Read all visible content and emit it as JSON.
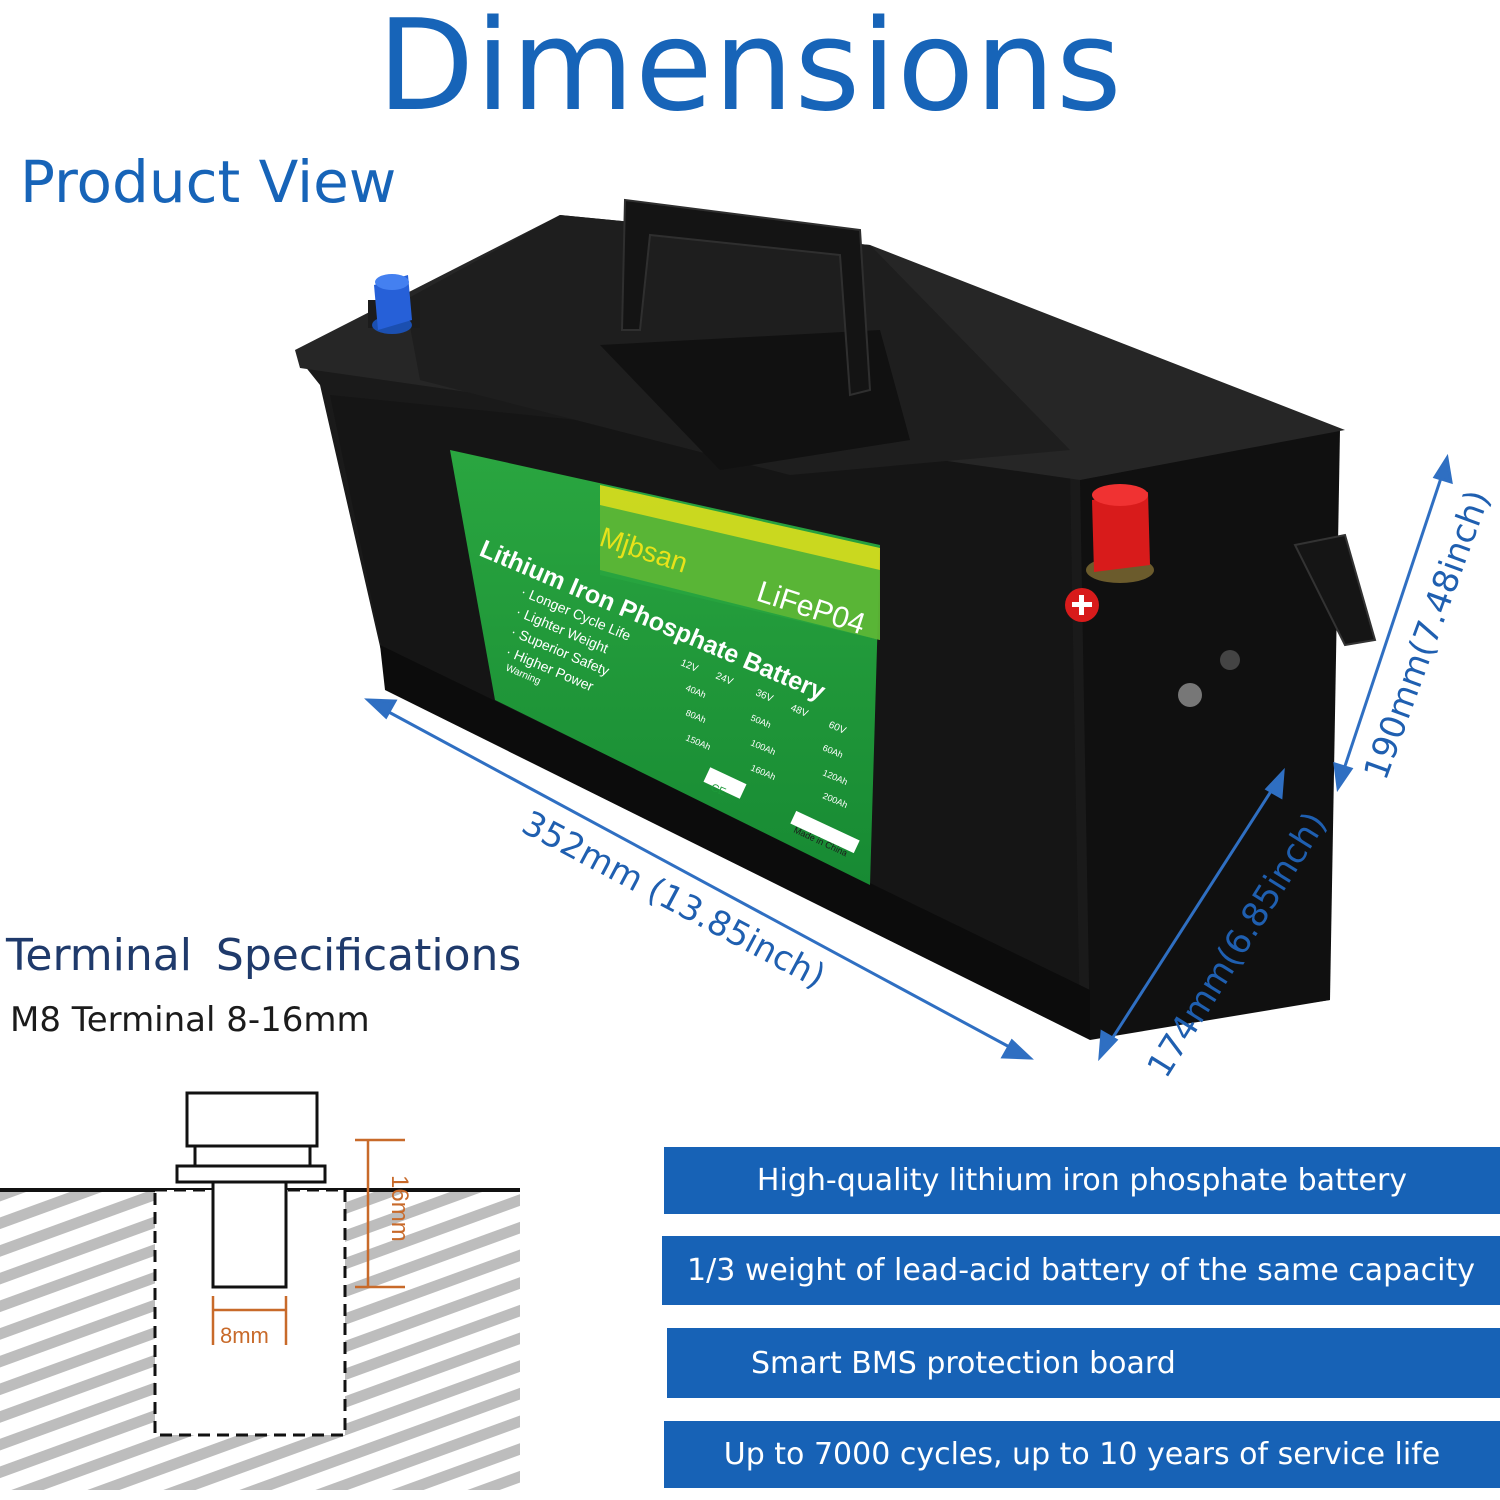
{
  "header": {
    "title": "Dimensions",
    "subtitle": "Product View"
  },
  "battery": {
    "brand": "Mjbsan",
    "chemistry": "LiFeP04",
    "name": "Lithium Iron Phosphate Battery",
    "features": [
      "· Longer Cycle Life",
      "· Lighter Weight",
      "· Superior Safety",
      "· Higher Power"
    ],
    "warning_title": "Warning",
    "voltages": [
      "12V",
      "24V",
      "36V",
      "48V",
      "60V"
    ],
    "capacities": [
      "40Ah",
      "50Ah",
      "60Ah",
      "80Ah",
      "100Ah",
      "120Ah",
      "150Ah",
      "160Ah",
      "200Ah"
    ],
    "made_in": "Made in China",
    "ce_mark": "CE"
  },
  "dimensions": {
    "length": "352mm (13.85inch)",
    "width": "174mm(6.85inch)",
    "height": "190mm(7.48inch)"
  },
  "terminal": {
    "title": "Terminal  Specifications",
    "subtitle": "M8 Terminal 8-16mm",
    "depth_label": "16mm",
    "diameter_label": "8mm"
  },
  "features": [
    "High-quality lithium iron phosphate battery",
    "1/3 weight of lead-acid battery of the same capacity",
    "Smart BMS protection board",
    "Up to 7000 cycles, up to 10 years of service life"
  ],
  "colors": {
    "accent": "#1762b6",
    "label_green": "#1e9a3a",
    "label_yellow": "#e8e21a",
    "terminal_line": "#c86a2a"
  }
}
